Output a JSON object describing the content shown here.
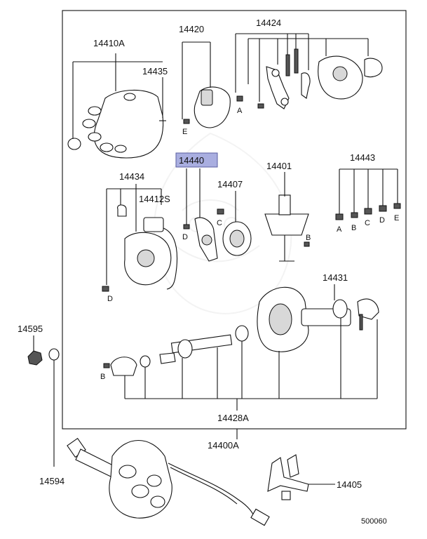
{
  "diagram": {
    "callouts": {
      "p14410A": "14410A",
      "p14435": "14435",
      "p14420": "14420",
      "p14424": "14424",
      "p14440": "14440",
      "p14401": "14401",
      "p14443": "14443",
      "p14434": "14434",
      "p14412S": "14412S",
      "p14407": "14407",
      "p14431": "14431",
      "p14595": "14595",
      "p14428A": "14428A",
      "p14400A": "14400A",
      "p14594": "14594",
      "p14405": "14405"
    },
    "highlight_color": "#a9aee0",
    "letters": {
      "E": "E",
      "A": "A",
      "B": "B",
      "C": "C",
      "D": "D"
    },
    "diagram_code": "500060"
  }
}
